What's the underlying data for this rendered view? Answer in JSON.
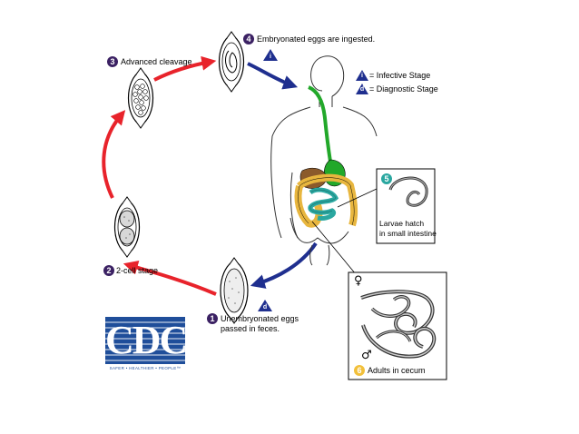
{
  "colors": {
    "badge": "#3b2163",
    "badge_stage5": "#2aa7a0",
    "badge_stage6": "#f2c03a",
    "arrow_red": "#e8232b",
    "arrow_blue": "#1f2f8f",
    "stage_marker": "#1f2f8f",
    "cdc_blue": "#1f4e9a"
  },
  "stages": {
    "s1": {
      "num": "1",
      "label": "Unembryonated eggs\npassed in feces."
    },
    "s2": {
      "num": "2",
      "label": "2-cell stage"
    },
    "s3": {
      "num": "3",
      "label": "Advanced cleavage"
    },
    "s4": {
      "num": "4",
      "label": "Embryonated eggs are ingested."
    },
    "s5": {
      "num": "5",
      "label": "Larvae hatch\nin small intestine"
    },
    "s6": {
      "num": "6",
      "label": "Adults in cecum"
    }
  },
  "legend": {
    "infective_symbol": "i",
    "infective_label": "= Infective Stage",
    "diagnostic_symbol": "d",
    "diagnostic_label": "= Diagnostic Stage"
  },
  "markers": {
    "infective": "i",
    "diagnostic": "d"
  },
  "sex_symbols": {
    "female": "♀",
    "male": "♂"
  },
  "logo": {
    "text": "CDC",
    "tagline": "SAFER • HEALTHIER • PEOPLE™"
  }
}
